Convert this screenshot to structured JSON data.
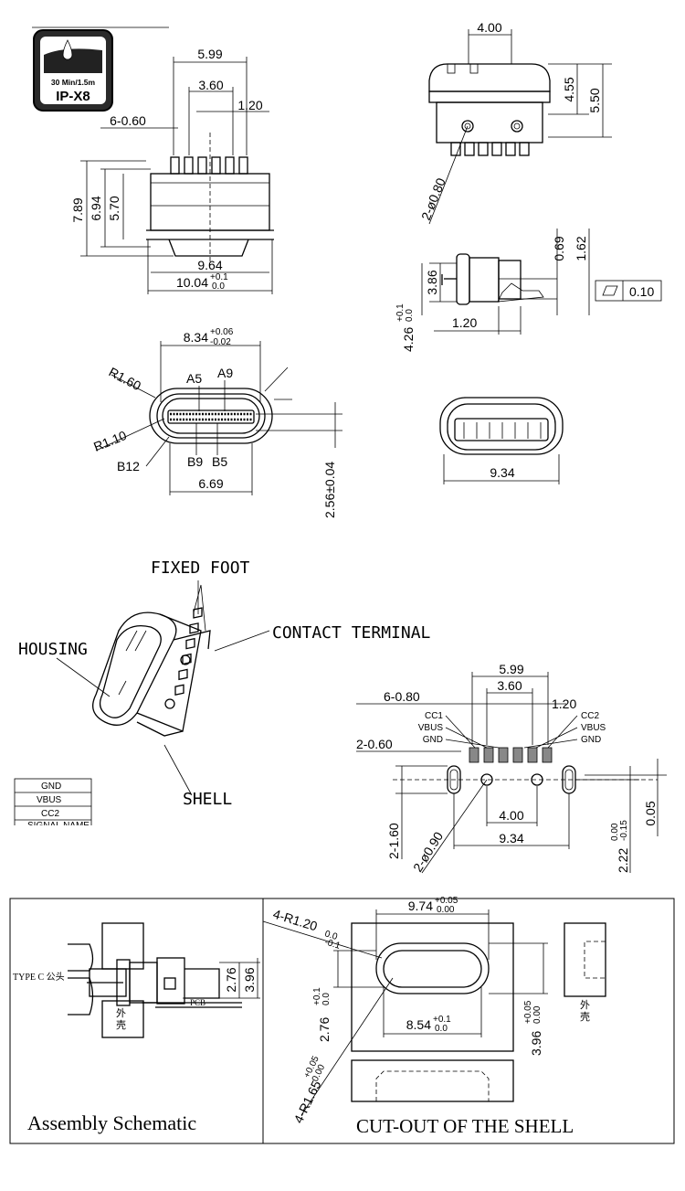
{
  "ip_badge": {
    "line1": "30 Min/1.5m",
    "line2": "IP-X8"
  },
  "front_view": {
    "pitch_total": "5.99",
    "inner": "3.60",
    "pad": "1.20",
    "pins": "6-0.60",
    "h_total": "7.89",
    "h_mid": "6.94",
    "h_body": "5.70",
    "w_inner": "9.64",
    "w_outer": "10.04",
    "w_tol_top": "+0.1",
    "w_tol_bot": "0.0"
  },
  "side_view": {
    "top": "4.00",
    "h1": "4.55",
    "h2": "5.50",
    "holes": "2-ø0.80"
  },
  "profile_view": {
    "d1": "0.69",
    "d2": "1.62",
    "h": "3.86",
    "base": "4.26",
    "base_tol_top": "+0.1",
    "base_tol_bot": "0.0",
    "pitch": "1.20",
    "flatness": "0.10"
  },
  "port_view": {
    "width": "8.34",
    "width_tol_top": "+0.06",
    "width_tol_bot": "-0.02",
    "r_outer": "R1.60",
    "r_inner": "R1.10",
    "pin_a5": "A5",
    "pin_a9": "A9",
    "pin_b12": "B12",
    "pin_b9": "B9",
    "pin_b5": "B5",
    "inner_w": "6.69",
    "height": "2.56±0.04"
  },
  "iso_view": {
    "width": "9.34"
  },
  "callouts": {
    "fixed_foot": "FIXED FOOT",
    "contact": "CONTACT TERMINAL",
    "housing": "HOUSING",
    "shell": "SHELL"
  },
  "pin_table": {
    "rows": [
      "GND",
      "VBUS",
      "CC2",
      "SIGNAL NAME"
    ]
  },
  "footprint": {
    "total": "5.99",
    "inner": "3.60",
    "pad": "1.20",
    "pads": "6-0.80",
    "slots": "2-0.60",
    "cc1": "CC1",
    "vbus_l": "VBUS",
    "gnd_l": "GND",
    "cc2": "CC2",
    "vbus_r": "VBUS",
    "gnd_r": "GND",
    "hole_pitch": "4.00",
    "slot_pitch": "9.34",
    "v1": "2-1.60",
    "holes": "2-ø0.90",
    "v2": "2.22",
    "v2_tol_top": "0.00",
    "v2_tol_bot": "-0.15",
    "v3": "0.05"
  },
  "assembly": {
    "title": "Assembly Schematic",
    "connector": "TYPE C 公头",
    "pcb": "PCB",
    "shell_cn": "外\n壳",
    "d1": "2.76",
    "d2": "3.96"
  },
  "cutout": {
    "title": "CUT-OUT OF THE SHELL",
    "width": "9.74",
    "width_tol_top": "+0.05",
    "width_tol_bot": "0.00",
    "r1": "4-R1.20",
    "r1_tol_top": "0.0",
    "r1_tol_bot": "-0.1",
    "inner": "8.54",
    "inner_tol_top": "+0.1",
    "inner_tol_bot": "0.0",
    "h": "2.76",
    "h_tol_top": "+0.1",
    "h_tol_bot": "0.0",
    "h2": "3.96",
    "h2_tol_top": "+0.05",
    "h2_tol_bot": "0.00",
    "r2": "4-R1.65",
    "r2_tol_top": "+0.05",
    "r2_tol_bot": "0.00",
    "shell_cn": "外\n壳"
  }
}
